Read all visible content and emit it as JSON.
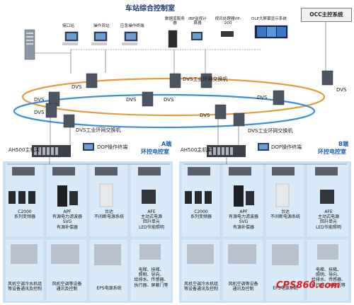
{
  "title": "车站综合控制室",
  "occ": "OCC主控系统",
  "workstations": [
    "接口站",
    "操作员站",
    "应急操作终端"
  ],
  "center_devices": [
    "数据库服务器",
    "IBP监视计算器",
    "视讯处理器VP-200",
    "DLP大屏幕显示系统"
  ],
  "dvs_label": "DVS",
  "dvs_ring_label": "DVS工业环网交换机",
  "plc_label": "AH500主机架",
  "hmi_label": "DOP操作终端",
  "rooms": [
    {
      "name": "A端",
      "sub": "环控电控室"
    },
    {
      "name": "B端",
      "sub": "环控电控室"
    }
  ],
  "device_cells": [
    {
      "lines": [
        "C2000",
        "系列变频器"
      ]
    },
    {
      "lines": [
        "APF",
        "有源电力滤波器",
        "SVG",
        "有源补偿器"
      ]
    },
    {
      "lines": [
        "台达",
        "不间断电源系统"
      ]
    },
    {
      "lines": [
        "AFE",
        "主动式电源",
        "回升单元",
        "LED节能照明"
      ]
    }
  ],
  "app_cells_a": [
    {
      "lines": [
        "风机空调冷水机组",
        "等设备通讯及控制"
      ]
    },
    {
      "lines": [
        "风机空调等设备",
        "通讯及控制"
      ]
    },
    {
      "lines": [
        "EPS电源系统"
      ]
    },
    {
      "lines": [
        "电梯、扶梯、",
        "照明、导向、",
        "给排水、传感器、",
        "执行器、屏蔽门等"
      ]
    }
  ],
  "app_cells_b": [
    {
      "lines": [
        "风机空调冷水机组",
        "等设备通讯及控制"
      ]
    },
    {
      "lines": [
        "风机空调等设备",
        "通讯及控制"
      ]
    },
    {
      "lines": [
        "EPS电源系统"
      ]
    },
    {
      "lines": [
        "电梯、扶梯、",
        "照明、导向、",
        "给排水、传感器、",
        "执行器、屏蔽门等"
      ]
    }
  ],
  "watermark": {
    "main": "CPS8",
    "accent": "60.com"
  },
  "colors": {
    "ring_orange": "#e89a3c",
    "ring_blue": "#3d8fd8",
    "title": "#1a3a6e",
    "room_blue": "#1f5fae",
    "panel": "#cde3f5"
  }
}
